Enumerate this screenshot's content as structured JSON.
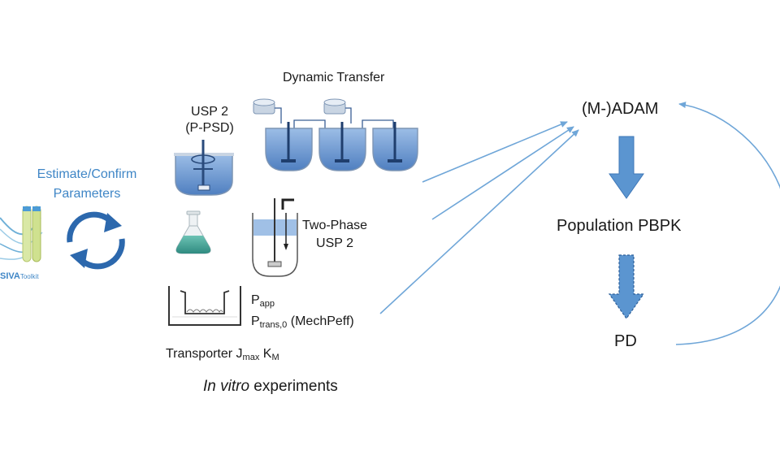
{
  "estimate": {
    "line1": "Estimate/Confirm",
    "line2": "Parameters"
  },
  "toolkit": {
    "brand": "SIVA",
    "suffix": "Toolkit"
  },
  "dynamic_transfer": "Dynamic Transfer",
  "usp2": {
    "line1": "USP 2",
    "line2": "(P-PSD)"
  },
  "two_phase": {
    "line1": "Two-Phase",
    "line2": "USP 2"
  },
  "permeability": {
    "papp": {
      "base": "P",
      "sub": "app"
    },
    "ptrans": {
      "base": "P",
      "sub": "trans,0",
      "suffix": " (MechPeff)"
    }
  },
  "transporter": {
    "prefix": "Transporter J",
    "sub1": "max",
    "mid": " K",
    "sub2": "M"
  },
  "in_vitro": {
    "italic": "In vitro",
    "rest": " experiments"
  },
  "model": {
    "adam": "(M-)ADAM",
    "pbpk": "Population PBPK",
    "pd": "PD"
  },
  "colors": {
    "accent": "#4a8cc8",
    "arrow": "#5b95d0",
    "vessel": "#4f7fc0",
    "flask": "#4aa79c"
  }
}
